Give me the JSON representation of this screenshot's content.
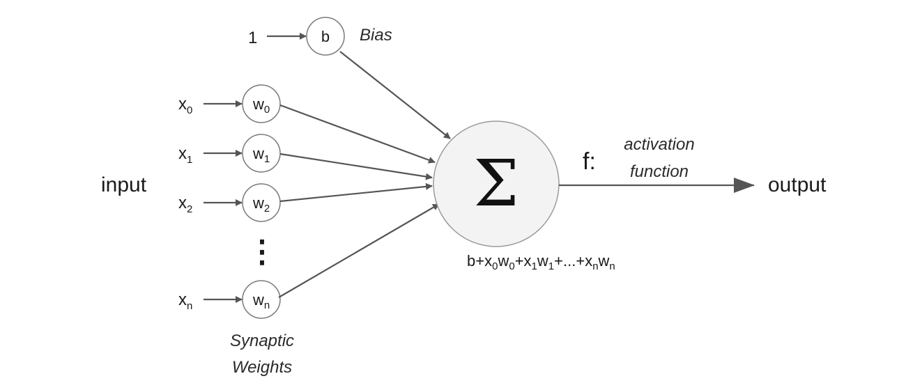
{
  "bias": {
    "input": "1",
    "node": "b",
    "label": "Bias"
  },
  "inputs_label": "input",
  "inputs": [
    {
      "x": "x",
      "w": "w",
      "sub": "0"
    },
    {
      "x": "x",
      "w": "w",
      "sub": "1"
    },
    {
      "x": "x",
      "w": "w",
      "sub": "2"
    },
    {
      "x": "x",
      "w": "w",
      "sub": "n"
    }
  ],
  "ellipsis": "⋮",
  "weights_label": {
    "line1": "Synaptic",
    "line2": "Weights"
  },
  "summation": {
    "symbol": "Σ"
  },
  "formula": {
    "b": "b",
    "plus": "+",
    "x": "x",
    "w": "w",
    "s0": "0",
    "s1": "1",
    "sn": "n",
    "dots": "..."
  },
  "activation": {
    "f": "f:",
    "line1": "activation",
    "line2": "function"
  },
  "output_label": "output",
  "colors": {
    "line": "#555555",
    "node_stroke": "#7a7a7a",
    "sum_fill": "#f3f3f3"
  }
}
